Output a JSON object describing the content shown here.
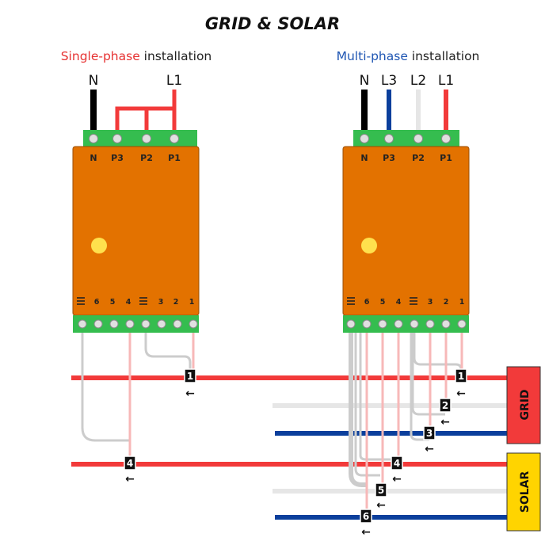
{
  "title": "GRID & SOLAR",
  "single": {
    "label_colored": "Single-phase",
    "label_rest": " installation",
    "phase_labels": [
      "N",
      "L1"
    ],
    "top_terminals": [
      "N",
      "P3",
      "P2",
      "P1"
    ],
    "bottom_terminals": [
      "6",
      "5",
      "4",
      "3",
      "2",
      "1"
    ],
    "badges": [
      "1",
      "4"
    ]
  },
  "multi": {
    "label_colored": "Multi-phase",
    "label_rest": " installation",
    "phase_labels": [
      "N",
      "L3",
      "L2",
      "L1"
    ],
    "top_terminals": [
      "N",
      "P3",
      "P2",
      "P1"
    ],
    "bottom_terminals": [
      "6",
      "5",
      "4",
      "3",
      "2",
      "1"
    ],
    "badges": [
      "1",
      "2",
      "3",
      "4",
      "5",
      "6"
    ]
  },
  "side_labels": {
    "grid": "GRID",
    "solar": "SOLAR"
  },
  "colors": {
    "red": "#f23a3a",
    "blue": "#0b3f9c",
    "light": "#e6e6e6",
    "neutral": "#000000",
    "meter_body": "#e37200",
    "terminal_green": "#35bd4f",
    "led": "#ffe14d",
    "grid_box": "#f23a3a",
    "solar_box": "#ffd400",
    "single_label": "#e63232",
    "multi_label": "#1f56b3",
    "sensor_wire": "#f7b8b8",
    "gray_wire": "#cccccc"
  },
  "arrow_glyph": "←"
}
